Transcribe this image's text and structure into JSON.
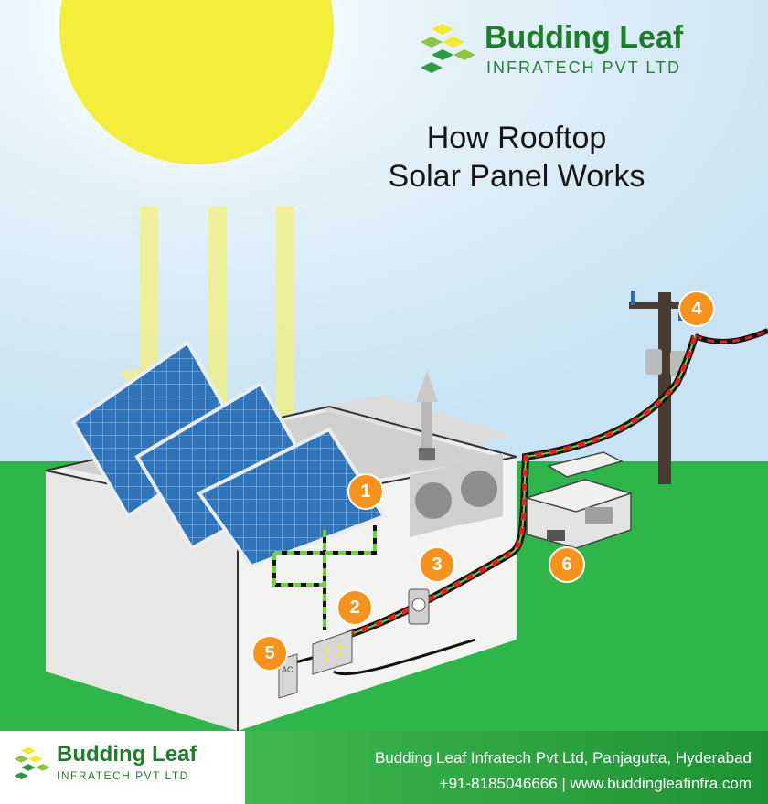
{
  "title": {
    "line1": "How Rooftop",
    "line2": "Solar Panel Works"
  },
  "brand": {
    "name": "Budding Leaf",
    "subtitle": "INFRATECH PVT LTD"
  },
  "contact": {
    "company_line": "Budding Leaf Infratech Pvt Ltd, Panjagutta, Hyderabad",
    "info_line": "+91-8185046666  | www.buddingleafinfra.com"
  },
  "markers": [
    "1",
    "2",
    "3",
    "4",
    "5",
    "6"
  ],
  "device_label": "AC",
  "colors": {
    "sky": "#cfe7f5",
    "grass": "#2fb64a",
    "sun": "#f3ee3a",
    "panel": "#2d6fb3",
    "marker": "#f7931d",
    "wire_red": "#e2231a",
    "wire_green": "#6cd43a",
    "footer_green": "#2ca540"
  },
  "icons": [
    "sun-icon",
    "leaf-logo-icon",
    "utility-pole-icon",
    "roof-vent-icon",
    "fan-unit-icon"
  ]
}
